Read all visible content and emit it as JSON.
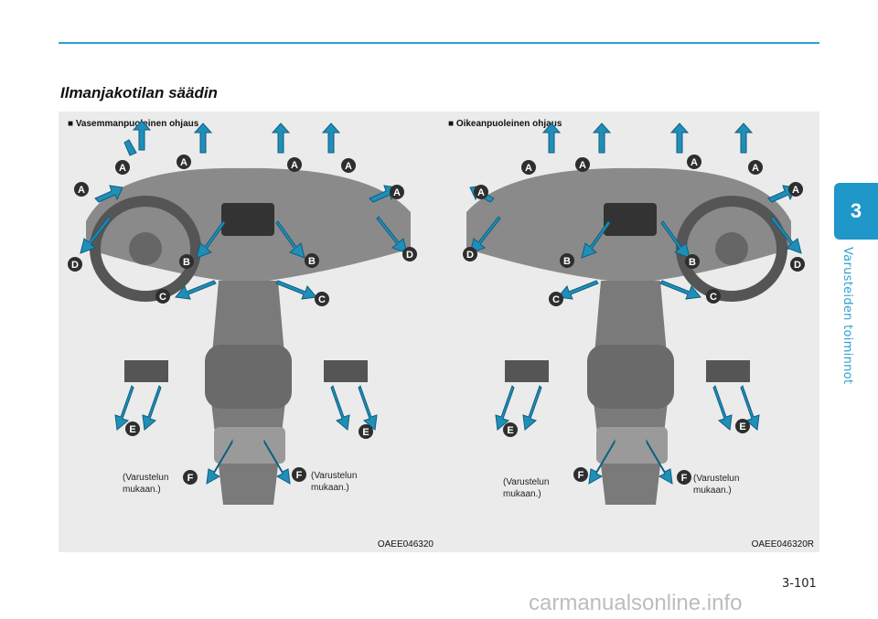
{
  "header": {
    "section_title": "Ilmanjakotilan säädin"
  },
  "side_tab": {
    "chapter_number": "3",
    "chapter_title": "Varusteiden toiminnot",
    "color": "#1f97c9"
  },
  "panels": [
    {
      "title": "■ Vasemmanpuoleinen ohjaus",
      "image_code": "OAEE046320",
      "note_left": [
        "(Varustelun",
        "mukaan.)"
      ],
      "note_right": [
        "(Varustelun",
        "mukaan.)"
      ]
    },
    {
      "title": "■ Oikeanpuoleinen ohjaus",
      "image_code": "OAEE046320R",
      "note_left": [
        "(Varustelun",
        "mukaan.)"
      ],
      "note_right": [
        "(Varustelun",
        "mukaan.)"
      ]
    }
  ],
  "vent_labels": [
    "A",
    "B",
    "C",
    "D",
    "E",
    "F"
  ],
  "colors": {
    "accent": "#2fa0cf",
    "airflow_arrow": "#1f8fb8",
    "label_badge": "#2e2e2e"
  },
  "footer": {
    "page_number": "3-101",
    "watermark": "carmanualsonline.info"
  }
}
